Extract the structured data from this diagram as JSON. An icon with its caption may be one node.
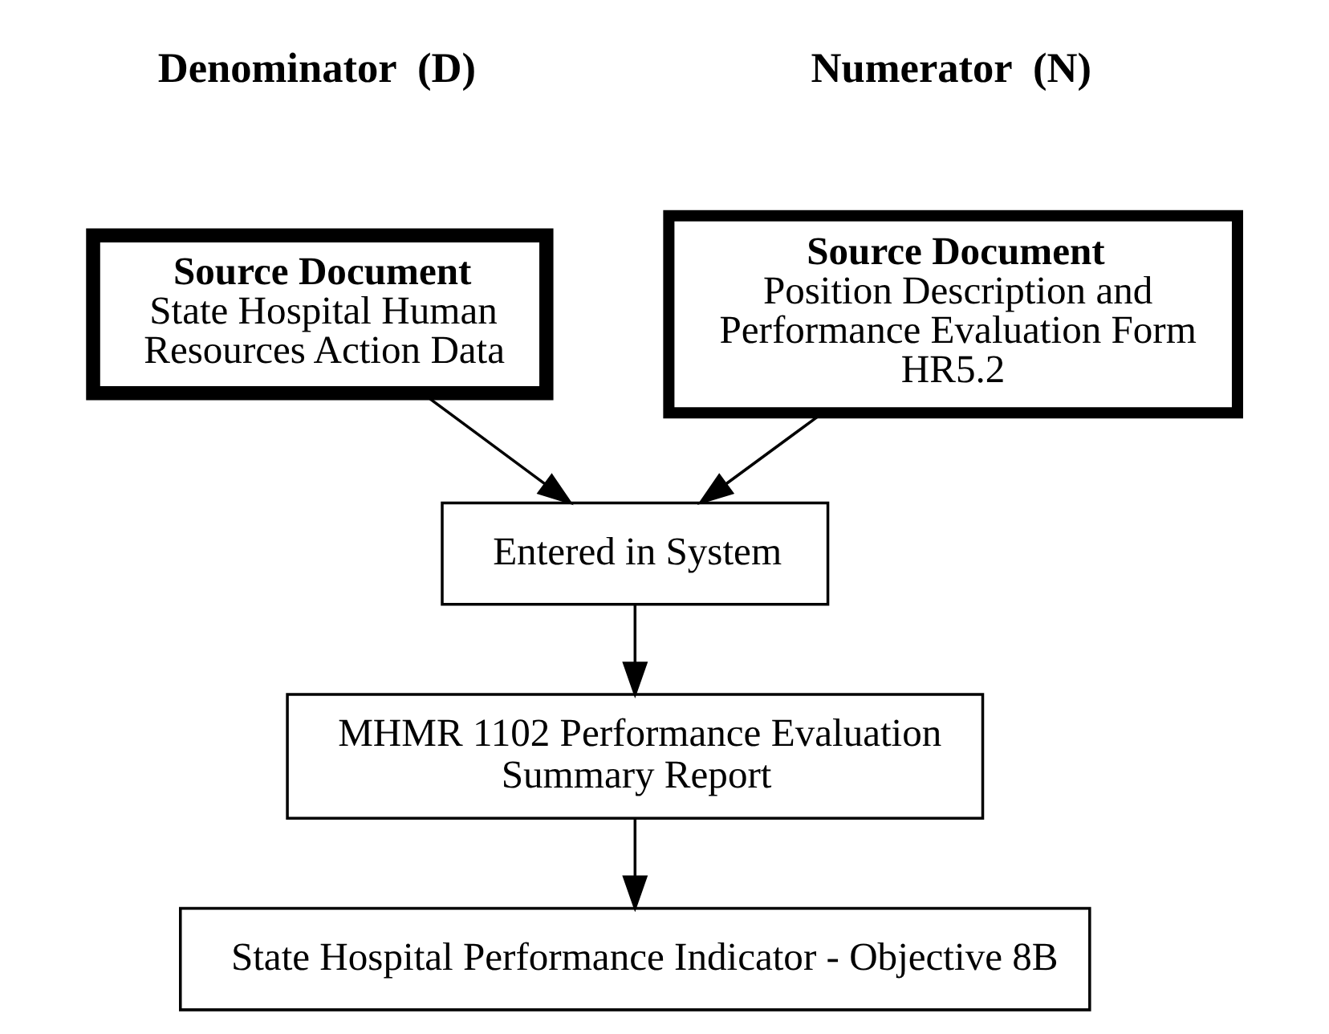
{
  "diagram": {
    "nodes": [
      {
        "text": [
          "Source Document",
          "Position Description and Performance Evaluation Form HR5.2"
        ]
      },
      {
        "text": [
          "Source Document",
          "State Hospital Human Resources Action Data"
        ]
      },
      {
        "text": [
          "Entered in System"
        ]
      },
      {
        "text": [
          "MHMR 1102 Performance Evaluation Summary Report"
        ]
      },
      {
        "text": [
          "State Hospital Performance Indicator - Objective 8B"
        ]
      }
    ],
    "edges": [
      {
        "from": 0,
        "to": 2,
        "arrow": "to"
      },
      {
        "from": 1,
        "to": 2,
        "arrow": "to"
      },
      {
        "from": 2,
        "to": 3,
        "arrow": "to"
      },
      {
        "from": 3,
        "to": 4,
        "arrow": "to"
      }
    ],
    "labels": [
      "Numerator  (N)",
      "Denominator  (D)"
    ]
  }
}
